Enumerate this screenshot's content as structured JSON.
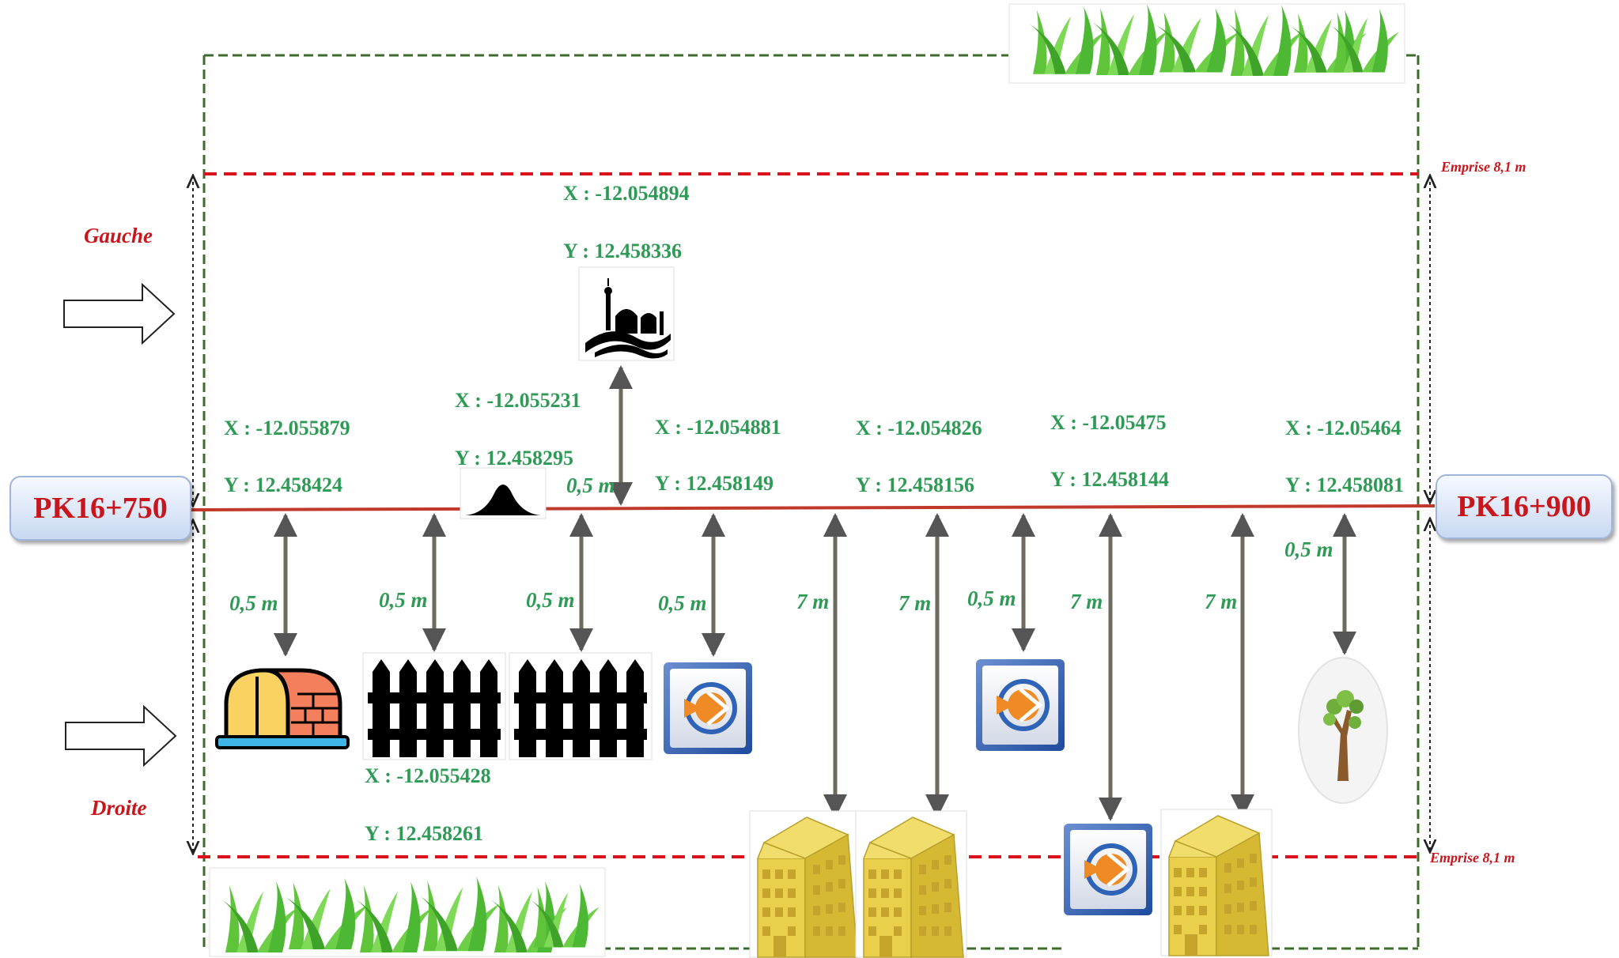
{
  "pk_start": "PK16+750",
  "pk_end": "PK16+900",
  "side_left": "Gauche",
  "side_right": "Droite",
  "emprise_top": "Emprise 8,1 m",
  "emprise_bottom": "Emprise 8,1 m",
  "colors": {
    "road": "#c0392b",
    "emprise": "#d9121c",
    "border": "#3d6b2c",
    "text_green": "#2e9a55",
    "text_red": "#c8161d",
    "pk_bg": "#dde7f7"
  },
  "coordinates": {
    "house": {
      "x": "X : -12.055879",
      "y": "Y : 12.458424"
    },
    "speed_bump": {
      "x": "X : -12.055231",
      "y": "Y : 12.458295"
    },
    "mosque": {
      "x": "X : -12.054894",
      "y": "Y : 12.458336"
    },
    "pole_1": {
      "x": "X : -12.054881",
      "y": "Y : 12.458149"
    },
    "building_2": {
      "x": "X : -12.054826",
      "y": "Y : 12.458156"
    },
    "pole_3": {
      "x": "X : -12.05475",
      "y": "Y : 12.458144"
    },
    "tree": {
      "x": "X : -12.05464",
      "y": "Y : 12.458081"
    },
    "fence": {
      "x": "X : -12.055428",
      "y": "Y : 12.458261"
    }
  },
  "distances": {
    "house": "0,5 m",
    "fence_1": "0,5 m",
    "fence_2": "0,5 m",
    "mosque": "0,5 m",
    "pole_1": "0,5 m",
    "building_1": "7 m",
    "building_2": "7 m",
    "pole_2": "0,5 m",
    "pole_3": "7 m",
    "building_3": "7 m",
    "tree": "0,5 m"
  },
  "icons": {
    "house": "greenhouse-icon",
    "fence": "fence-icon",
    "speed_bump": "speed-bump-icon",
    "mosque": "mosque-icon",
    "pole": "utility-pole-icon",
    "building": "building-icon",
    "tree": "tree-icon",
    "grass": "grass-icon"
  }
}
